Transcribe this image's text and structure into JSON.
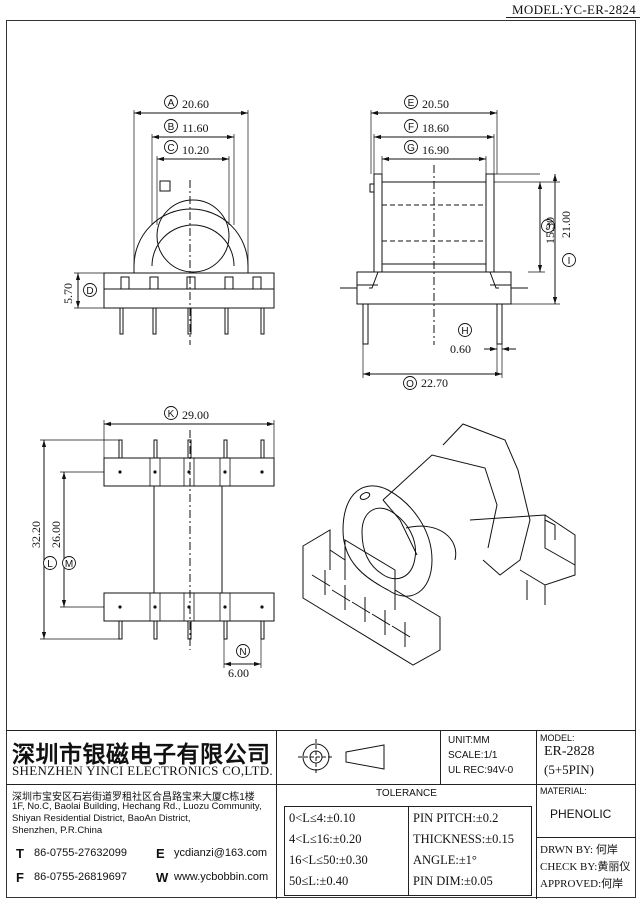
{
  "model_header": "MODEL:YC-ER-2824",
  "dimensions": {
    "A": "20.60",
    "B": "11.60",
    "C": "10.20",
    "D": "5.70",
    "E": "20.50",
    "F": "18.60",
    "G": "16.90",
    "H": "0.60",
    "I": "21.00",
    "J": "15.30",
    "K": "29.00",
    "L": "32.20",
    "M": "26.00",
    "N": "6.00",
    "O": "22.70"
  },
  "title_block": {
    "company_cn": "深圳市银磁电子有限公司",
    "company_en": "SHENZHEN YINCI ELECTRONICS CO,LTD.",
    "address_cn": "深圳市宝安区石岩街道罗租社区合昌路宝来大厦C栋1楼",
    "address_en_1": "1F, No.C, Baolai Building, Hechang Rd., Luozu Community,",
    "address_en_2": "Shiyan Residential District, BaoAn District,",
    "address_en_3": "Shenzhen, P.R.China",
    "tel_label": "T",
    "tel": "86-0755-27632099",
    "fax_label": "F",
    "fax": "86-0755-26819697",
    "email_label": "E",
    "email": "ycdianzi@163.com",
    "web_label": "W",
    "web": "www.ycbobbin.com",
    "unit": "UNIT:MM",
    "scale": "SCALE:1/1",
    "ul_rec": "UL REC:94V-0",
    "tolerance_title": "TOLERANCE",
    "tol_1": "0<L≤4:±0.10",
    "tol_2": "4<L≤16:±0.20",
    "tol_3": "16<L≤50:±0.30",
    "tol_4": "50≤L:±0.40",
    "pin_pitch": "PIN PITCH:±0.2",
    "thickness": "THICKNESS:±0.15",
    "angle": "ANGLE:±1°",
    "pin_dim": "PIN DIM:±0.05",
    "model_label": "MODEL:",
    "model_value": "ER-2828",
    "model_pins": "(5+5PIN)",
    "material_label": "MATERIAL:",
    "material_value": "PHENOLIC",
    "drawn_by": "DRWN BY: 何岸",
    "check_by": "CHECK BY:黄丽仪",
    "approved": "APPROVED:何岸"
  }
}
